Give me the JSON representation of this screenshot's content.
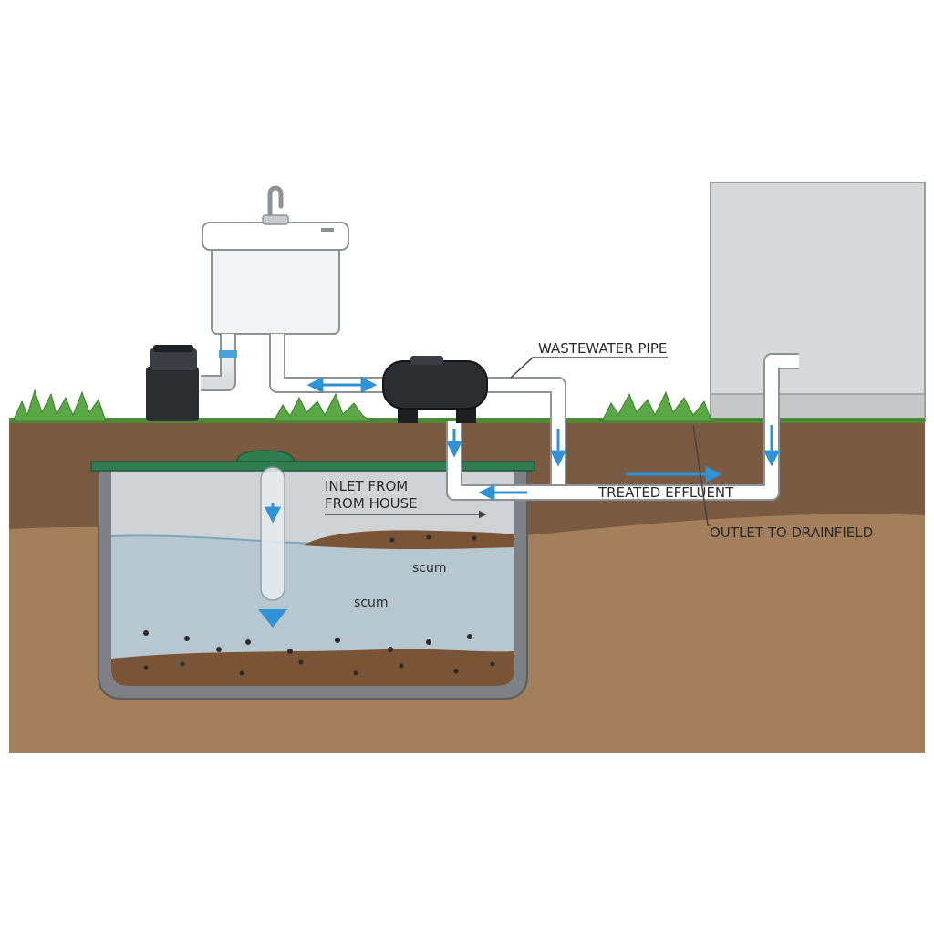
{
  "labels": {
    "wastewater_pipe": "WASTEWATER PIPE",
    "inlet_line1": "INLET FROM",
    "inlet_line2": "FROM HOUSE",
    "treated_effluent": "TREATED EFFLUENT",
    "outlet_drainfield": "OUTLET TO DRAINFIELD",
    "scum_upper": "scum",
    "scum_lower": "scum"
  },
  "colors": {
    "soil_dark": "#7a5a40",
    "soil_light": "#a47f5b",
    "grass": "#5aa845",
    "tank_water": "#b7c7d0",
    "tank_wall": "#7d8084",
    "tank_lid": "#2f7d50",
    "flow_arrow": "#2f93d6",
    "pump": "#2b2d30",
    "building": "#d8d9da"
  },
  "icons": [
    "sink-icon",
    "vent-cap-icon",
    "pump-icon",
    "flow-arrow-icon"
  ]
}
